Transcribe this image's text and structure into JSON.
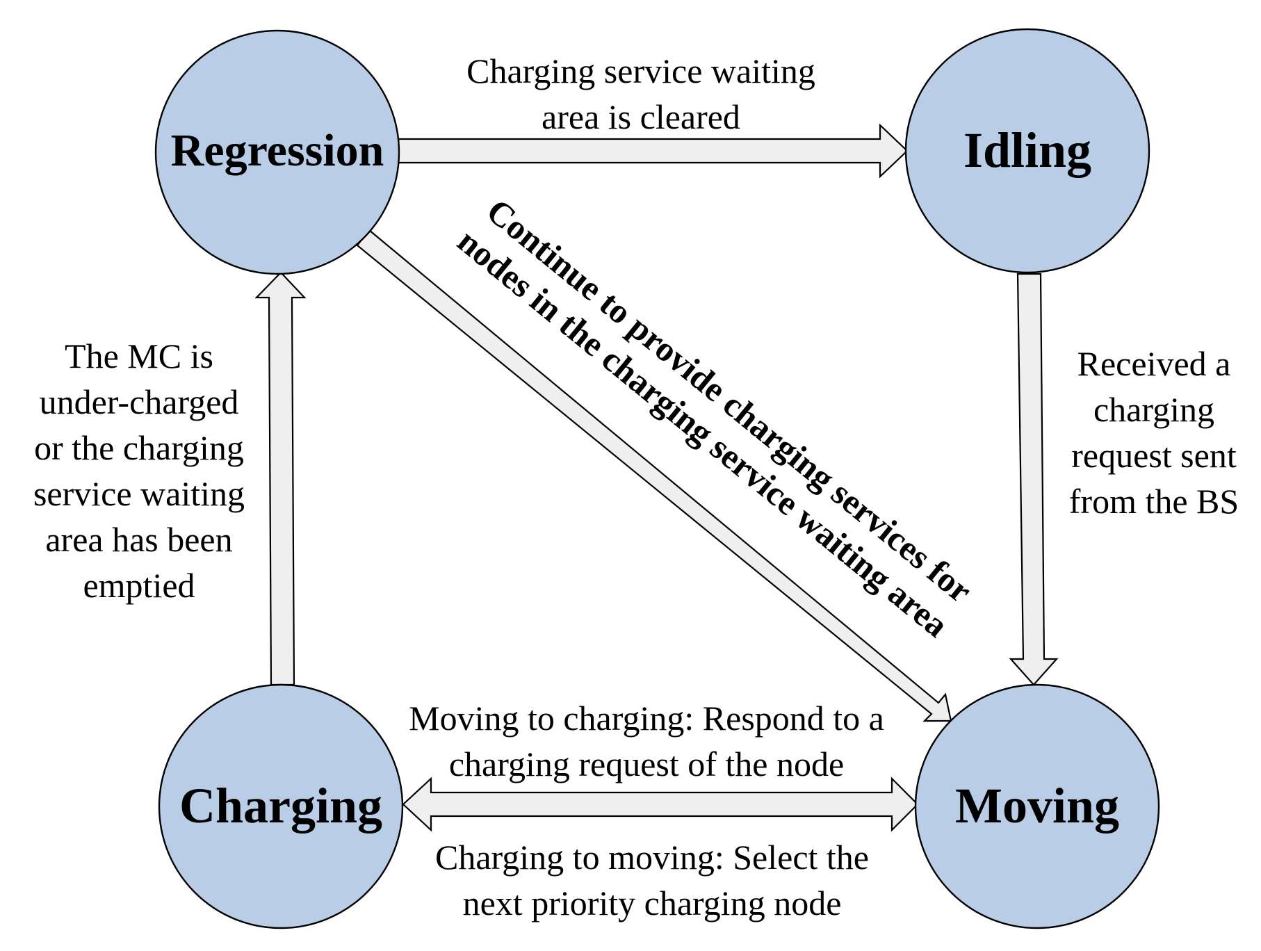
{
  "states": {
    "regression": "Regression",
    "idling": "Idling",
    "charging": "Charging",
    "moving": "Moving"
  },
  "transitions": {
    "regression_to_idling": {
      "lines": [
        "Charging service waiting",
        "area is cleared"
      ]
    },
    "idling_to_moving": {
      "lines": [
        "Received a",
        "charging",
        "request sent",
        "from the BS"
      ]
    },
    "regression_to_moving": {
      "lines": [
        "Continue to provide charging services for",
        "nodes in the charging service waiting area"
      ]
    },
    "charging_to_regression": {
      "lines": [
        "The MC is",
        "under-charged",
        "or the charging",
        "service waiting",
        "area has been",
        "emptied"
      ]
    },
    "moving_to_charging": {
      "lines": [
        "Moving to charging: Respond to a",
        "charging request of the node"
      ]
    },
    "charging_to_moving": {
      "lines": [
        "Charging to moving: Select the",
        "next priority charging node"
      ]
    }
  },
  "colors": {
    "state_fill": "#b9cde6",
    "arrow_fill": "#efefef",
    "stroke": "#000000"
  }
}
